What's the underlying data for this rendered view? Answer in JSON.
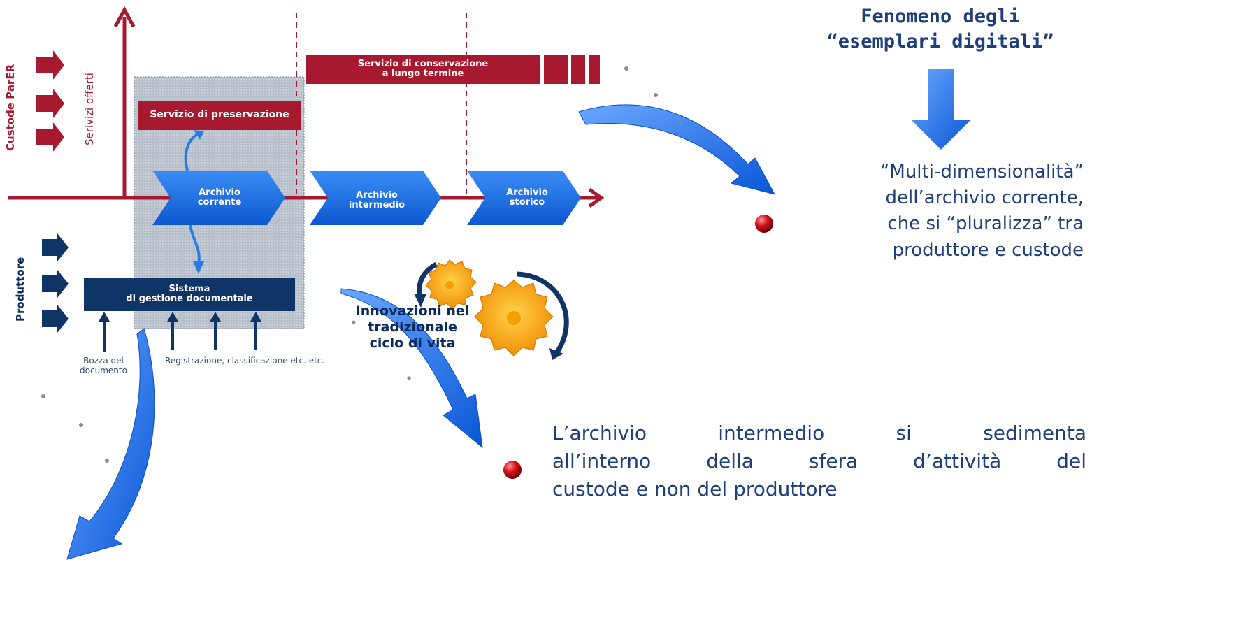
{
  "custode": {
    "label": "Custode ParER",
    "servizi_offerti": "Serivizi offerti",
    "servizio_conservazione": [
      "Servizio di conservazione",
      "a lungo termine"
    ],
    "servizio_preservazione": "Servizio di preservazione"
  },
  "produttore": {
    "label": "Produttore",
    "sistema": [
      "Sistema",
      "di gestione documentale"
    ],
    "bozza": [
      "Bozza del",
      "documento"
    ],
    "registrazione": "Registrazione, classificazione etc. etc."
  },
  "archivi": {
    "corrente": [
      "Archivio",
      "corrente"
    ],
    "intermedio": [
      "Archivio",
      "intermedio"
    ],
    "storico": [
      "Archivio",
      "storico"
    ]
  },
  "innovazioni": [
    "Innovazioni nel",
    "tradizionale",
    "ciclo di vita"
  ],
  "fenomeno": {
    "title_1": "Fenomeno degli",
    "title_2": "“esemplari digitali”",
    "body_1": "“Multi-dimensionalità”",
    "body_2": "dell’archivio corrente,",
    "body_3": "che si “pluralizza” tra",
    "body_4": "produttore e custode"
  },
  "intermedio_note": {
    "line_1": [
      "L’archivio",
      "intermedio",
      "si",
      "sedimenta"
    ],
    "line_2": [
      "all’interno",
      "della",
      "sfera",
      "d’attività",
      "del"
    ],
    "line_3": "custode e non del produttore"
  },
  "colors": {
    "crimson": "#a6192e",
    "navy": "#0f3466",
    "blue": "#1f6fe0",
    "text_blue": "#1f3f7a"
  }
}
